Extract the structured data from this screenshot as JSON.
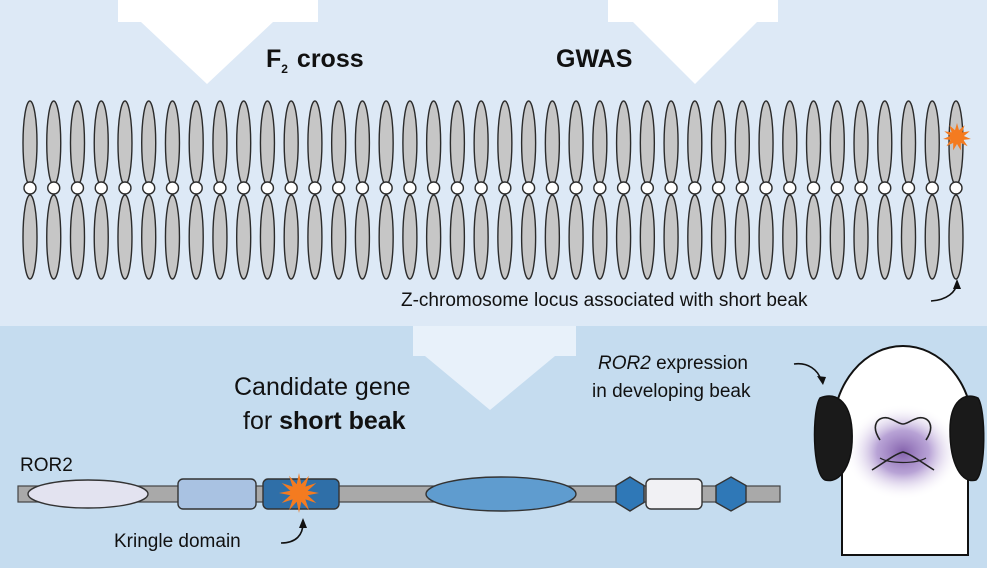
{
  "colors": {
    "top_panel_bg": "#dde9f6",
    "bottom_panel_bg": "#c5dcef",
    "big_arrow": "#ffffff",
    "chromosome_fill": "#c6c6c6",
    "chromosome_stroke": "#2b2b2b",
    "centromere": "#ffffff",
    "locus_star": "#f47b20",
    "gene_backbone": "#a9a9a9",
    "ror2_icon": "#d2dbe8"
  },
  "top_panel": {
    "method_1": {
      "letter": "F",
      "subscript": "2",
      "rest": " cross"
    },
    "method_2": "GWAS",
    "chromosome_count": 40,
    "locus_label": "Z-chromosome locus associated with short beak"
  },
  "bottom_panel": {
    "candidate_line1": "Candidate gene",
    "candidate_line2_prefix": "for ",
    "candidate_line2_bold": "short beak",
    "gene_name": "ROR2",
    "domain_label": "Kringle domain",
    "expression_gene": "ROR2",
    "expression_rest": " expression",
    "expression_line2": "in developing beak"
  },
  "gene_domains": [
    {
      "shape": "ellipse",
      "color": "#e3e3f0",
      "mark": "ig-like-domain"
    },
    {
      "shape": "rounded-rect",
      "color": "#a9c2e2",
      "mark": "frizzled-domain"
    },
    {
      "shape": "rounded-rect",
      "color": "#2f6fa8",
      "mark": "kringle-domain"
    },
    {
      "shape": "ellipse",
      "color": "#5f9ccf",
      "mark": "kinase-domain"
    },
    {
      "shape": "hexagon",
      "color": "#2f78b7",
      "mark": "hexagon-domain-1"
    },
    {
      "shape": "rounded-rect",
      "color": "#f1f1f4",
      "mark": "small-domain"
    },
    {
      "shape": "hexagon",
      "color": "#2f78b7",
      "mark": "hexagon-domain-2"
    }
  ]
}
